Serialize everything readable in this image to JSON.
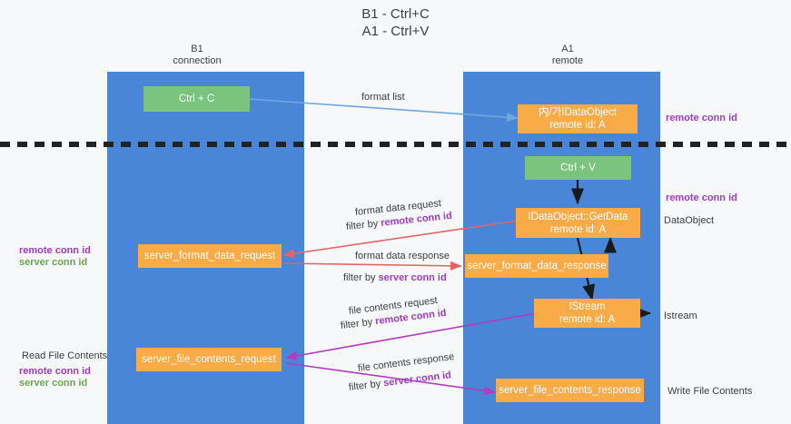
{
  "title": {
    "line1": "B1 - Ctrl+C",
    "line2": "A1 - Ctrl+V"
  },
  "columns": [
    {
      "name": "B1",
      "role": "connection"
    },
    {
      "name": "A1",
      "role": "remote"
    }
  ],
  "colors": {
    "lane": "#4a86d8",
    "green_box": "#7ac47f",
    "orange_box": "#f9ab48",
    "purple_text": "#a33bc2",
    "green_text": "#6aa84f",
    "blue_arrow": "#6fa8dc",
    "red_arrow": "#e06666",
    "magenta_arrow": "#b23bc2",
    "black_arrow": "#1a1a1a",
    "background": "#f7f8fa"
  },
  "boxes": {
    "ctrl_c": "Ctrl + C",
    "ctrl_v": "Ctrl + V",
    "ole_get_clipboard": {
      "line1": "内/가IDataObject",
      "line2": "remote id: A"
    },
    "idataobject_getdata": {
      "line1": "IDataObject::GetData",
      "line2": "remote id: A"
    },
    "istream": {
      "line1": "IStream",
      "line2": "remote id: A"
    },
    "server_format_data_request": "server_format_data_request",
    "server_format_data_response": "server_format_data_response",
    "server_file_contents_request": "server_file_contents_request",
    "server_file_contents_response": "server_file_contents_response"
  },
  "arrow_labels": {
    "format_list": "format list",
    "format_data_request": "format data request",
    "format_data_request_filter_prefix": "filter by ",
    "format_data_request_filter_key": "remote conn id",
    "format_data_response": "format data response",
    "format_data_response_filter_prefix": "filter by ",
    "format_data_response_filter_key": "server conn id",
    "file_contents_request": "file contents request",
    "file_contents_request_filter_prefix": "filter by ",
    "file_contents_request_filter_key": "remote conn id",
    "file_contents_response": "file contents response",
    "file_contents_response_filter_prefix": "filter by ",
    "file_contents_response_filter_key": "server conn id"
  },
  "annotations": {
    "right_top_remote_conn_id": "remote conn id",
    "right_mid_remote_conn_id": "remote conn id",
    "right_dataobject": "DataObject",
    "right_istream": "Istream",
    "right_write_file_contents": "Write File Contents",
    "left_remote_conn_id": "remote conn id",
    "left_server_conn_id": "server conn id",
    "left_read_file_contents": "Read File Contents",
    "left_bottom_remote_conn_id": "remote conn id",
    "left_bottom_server_conn_id": "server conn id"
  }
}
